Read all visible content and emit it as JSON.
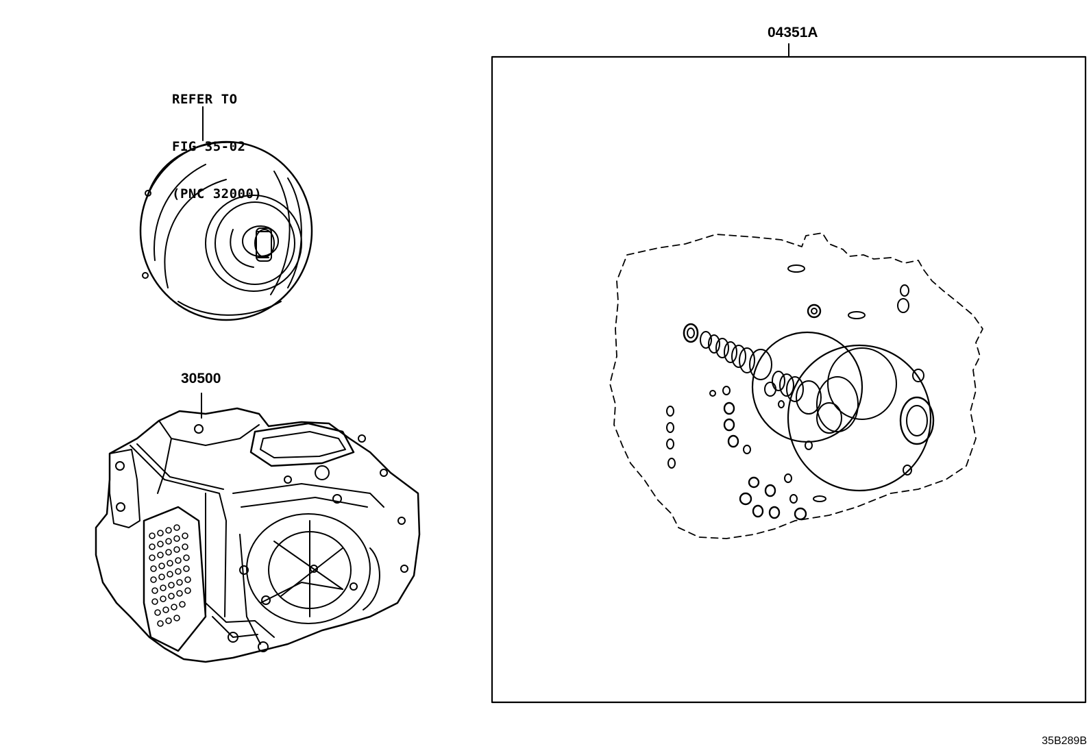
{
  "callouts": {
    "converter_ref": [
      "REFER TO",
      "FIG 35-02",
      "(PNC 32000)"
    ],
    "transaxle_part": "30500",
    "gasket_kit_part": "04351A"
  },
  "figure_code": "35B289B",
  "colors": {
    "line": "#000000",
    "background": "#ffffff"
  }
}
